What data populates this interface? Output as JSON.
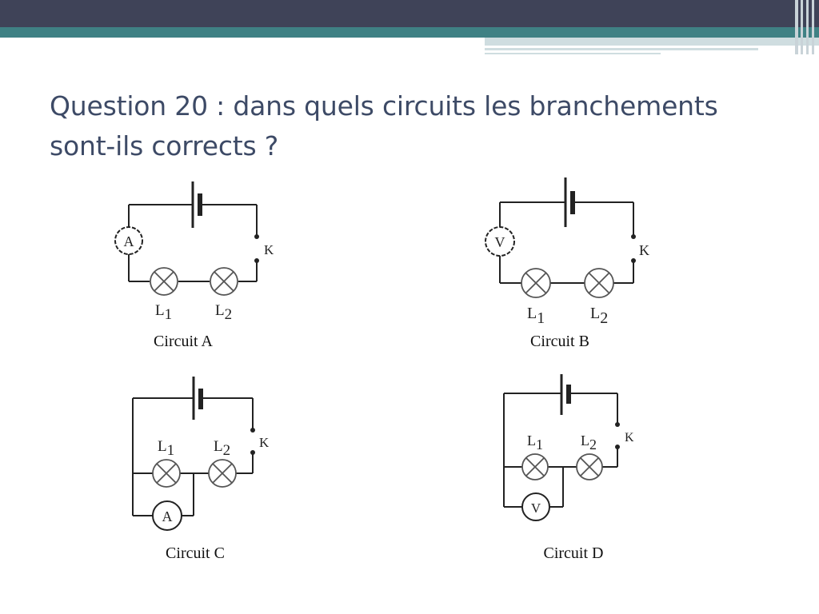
{
  "slide": {
    "title_line1": "Question 20 :  dans quels circuits les branchements",
    "title_line2": "sont-ils corrects ?"
  },
  "colors": {
    "header_dark": "#3f4358",
    "header_teal": "#3f8184",
    "title_text": "#3d4a66",
    "wire": "#222222"
  },
  "circuits": [
    {
      "caption": "Circuit A",
      "meter": "A",
      "lamp1": "L",
      "lamp1_sub": "1",
      "lamp2": "L",
      "lamp2_sub": "2",
      "switch": "K"
    },
    {
      "caption": "Circuit B",
      "meter": "V",
      "lamp1": "L",
      "lamp1_sub": "1",
      "lamp2": "L",
      "lamp2_sub": "2",
      "switch": "K"
    },
    {
      "caption": "Circuit C",
      "meter": "A",
      "lamp1": "L",
      "lamp1_sub": "1",
      "lamp2": "L",
      "lamp2_sub": "2",
      "switch": "K"
    },
    {
      "caption": "Circuit D",
      "meter": "V",
      "lamp1": "L",
      "lamp1_sub": "1",
      "lamp2": "L",
      "lamp2_sub": "2",
      "switch": "K"
    }
  ]
}
